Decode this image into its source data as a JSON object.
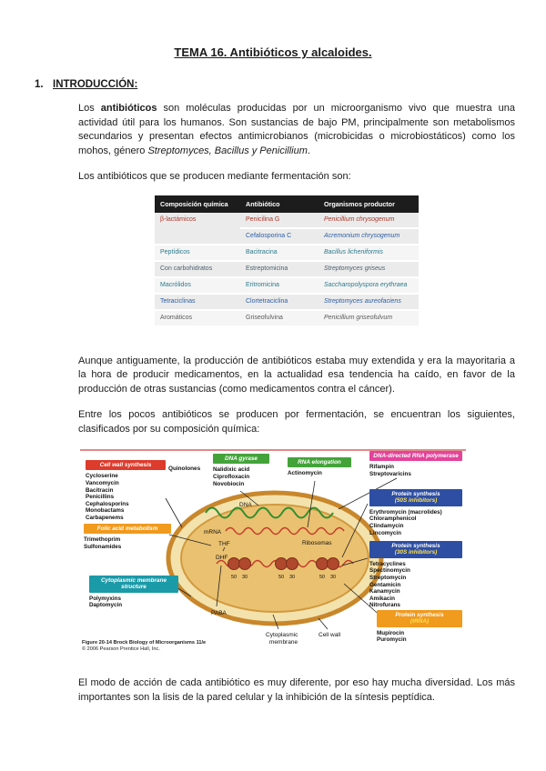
{
  "doc": {
    "title": "TEMA 16. Antibióticos y alcaloides.",
    "section": {
      "number": "1.",
      "heading": "INTRODUCCIÓN:"
    },
    "intro": {
      "p1_pre": "Los ",
      "p1_bold": "antibióticos",
      "p1_mid": " son moléculas producidas por un microorganismo vivo que muestra una actividad útil para los humanos. Son sustancias de bajo PM, principalmente son metabolismos secundarios y presentan efectos antimicrobianos (microbicidas o microbiostáticos) como los mohos, género ",
      "p1_italic": "Streptomyces, Bacillus y Penicillium",
      "p1_post": ".",
      "p2": "Los antibióticos que se producen mediante fermentación son:"
    },
    "table": {
      "headers": [
        "Composición química",
        "Antibiótico",
        "Organismos productor"
      ],
      "rows": [
        {
          "chem": "β-lactámicos",
          "antibiotic": "Penicilina G",
          "organism": "Penicillium chrysogenum"
        },
        {
          "antibiotic": "Cefalosporina C",
          "organism": "Acremonium chrysogenum"
        },
        {
          "chem": "Peptídicos",
          "antibiotic": "Bacitracina",
          "organism": "Bacillus licheniformis"
        },
        {
          "chem": "Con carbohidratos",
          "antibiotic": "Estreptomicina",
          "organism": "Streptomyces griseus"
        },
        {
          "chem": "Macrólidos",
          "antibiotic": "Eritromicina",
          "organism": "Saccharopolyspora erythraea"
        },
        {
          "chem": "Tetraciclinas",
          "antibiotic": "Clortetraciclina",
          "organism": "Streptomyces aureofaciens"
        },
        {
          "chem": "Aromáticos",
          "antibiotic": "Griseofulvina",
          "organism": "Penicillium griseofulvum"
        }
      ]
    },
    "middle": {
      "p3": "Aunque antiguamente, la producción de antibióticos estaba muy extendida y era la mayoritaria a la hora de producir medicamentos, en la actualidad esa tendencia ha caído, en favor de la producción de otras sustancias (como medicamentos contra el cáncer).",
      "p4": "Entre los pocos antibióticos se producen por fermentación, se encuentran los siguientes, clasificados por su composición química:"
    },
    "diagram": {
      "boxes": {
        "cell_wall": {
          "title": "Cell wall synthesis",
          "items": "Cycloserine\nVancomycin\nBacitracin\nPenicillins\nCephalosporins\nMonobactams\nCarbapenems",
          "color": "#dd3b2b"
        },
        "quinolones_label": "Quinolones",
        "dna_gyrase": {
          "title": "DNA gyrase",
          "items": "Nalidixic acid\nCiprofloxacin\nNovobiocin",
          "color": "#43a339"
        },
        "rna_elongation": {
          "title": "RNA elongation",
          "items": "Actinomycin",
          "color": "#43a339"
        },
        "rna_polymerase": {
          "title": "DNA-directed RNA polymerase",
          "items": "Rifampin\nStreptovaricins",
          "color": "#e4439b"
        },
        "protein_50s": {
          "title": "Protein synthesis",
          "subtitle": "(50S inhibitors)",
          "items": "Erythromycin (macrolides)\nChloramphenicol\nClindamycin\nLincomycin",
          "color": "#2d4ea2"
        },
        "protein_30s": {
          "title": "Protein synthesis",
          "subtitle": "(30S inhibitors)",
          "items": "Tetracyclines\nSpectinomycin\nStreptomycin\nGentamicin\nKanamycin\nAmikacin\nNitrofurans",
          "color": "#2d4ea2"
        },
        "protein_trna": {
          "title": "Protein synthesis",
          "subtitle": "(tRNA)",
          "items": "Mupirocin\nPuromycin",
          "color": "#f09a1e"
        },
        "folic_acid": {
          "title": "Folic acid metabolism",
          "items": "Trimethoprim\nSulfonamides",
          "color": "#f09a1e"
        },
        "cyto_membrane": {
          "title": "Cytoplasmic membrane structure",
          "items": "Polymyxins\nDaptomycin",
          "color": "#1b9aa8"
        }
      },
      "cell_labels": {
        "dna": "DNA",
        "mrna": "mRNA",
        "thf": "THF",
        "dhf": "DHF",
        "ribosomes": "Ribosomas",
        "paba": "PABA",
        "cyto_membrane_l1": "Cytoplasmic",
        "cyto_membrane_l2": "membrane",
        "cell_wall": "Cell wall",
        "r50": "50",
        "r30": "30"
      },
      "caption_line1": "Figure 20-14 Brock Biology of Microorganisms 11/e",
      "caption_line2": "© 2006 Pearson Prentice Hall, Inc."
    },
    "closing": {
      "p5": "El modo de acción de cada antibiótico es muy diferente, por eso hay mucha diversidad. Los más importantes son la lisis de la pared celular y la inhibición de la síntesis peptídica."
    },
    "colors": {
      "table_header_bg": "#1c1c1c",
      "box_red": "#dd3b2b",
      "box_green": "#43a339",
      "box_pink": "#e4439b",
      "box_blue": "#2d4ea2",
      "box_orange": "#f09a1e",
      "box_teal": "#1b9aa8",
      "cell_fill": "#eac170",
      "cell_wall_stroke": "#c9872b"
    }
  }
}
